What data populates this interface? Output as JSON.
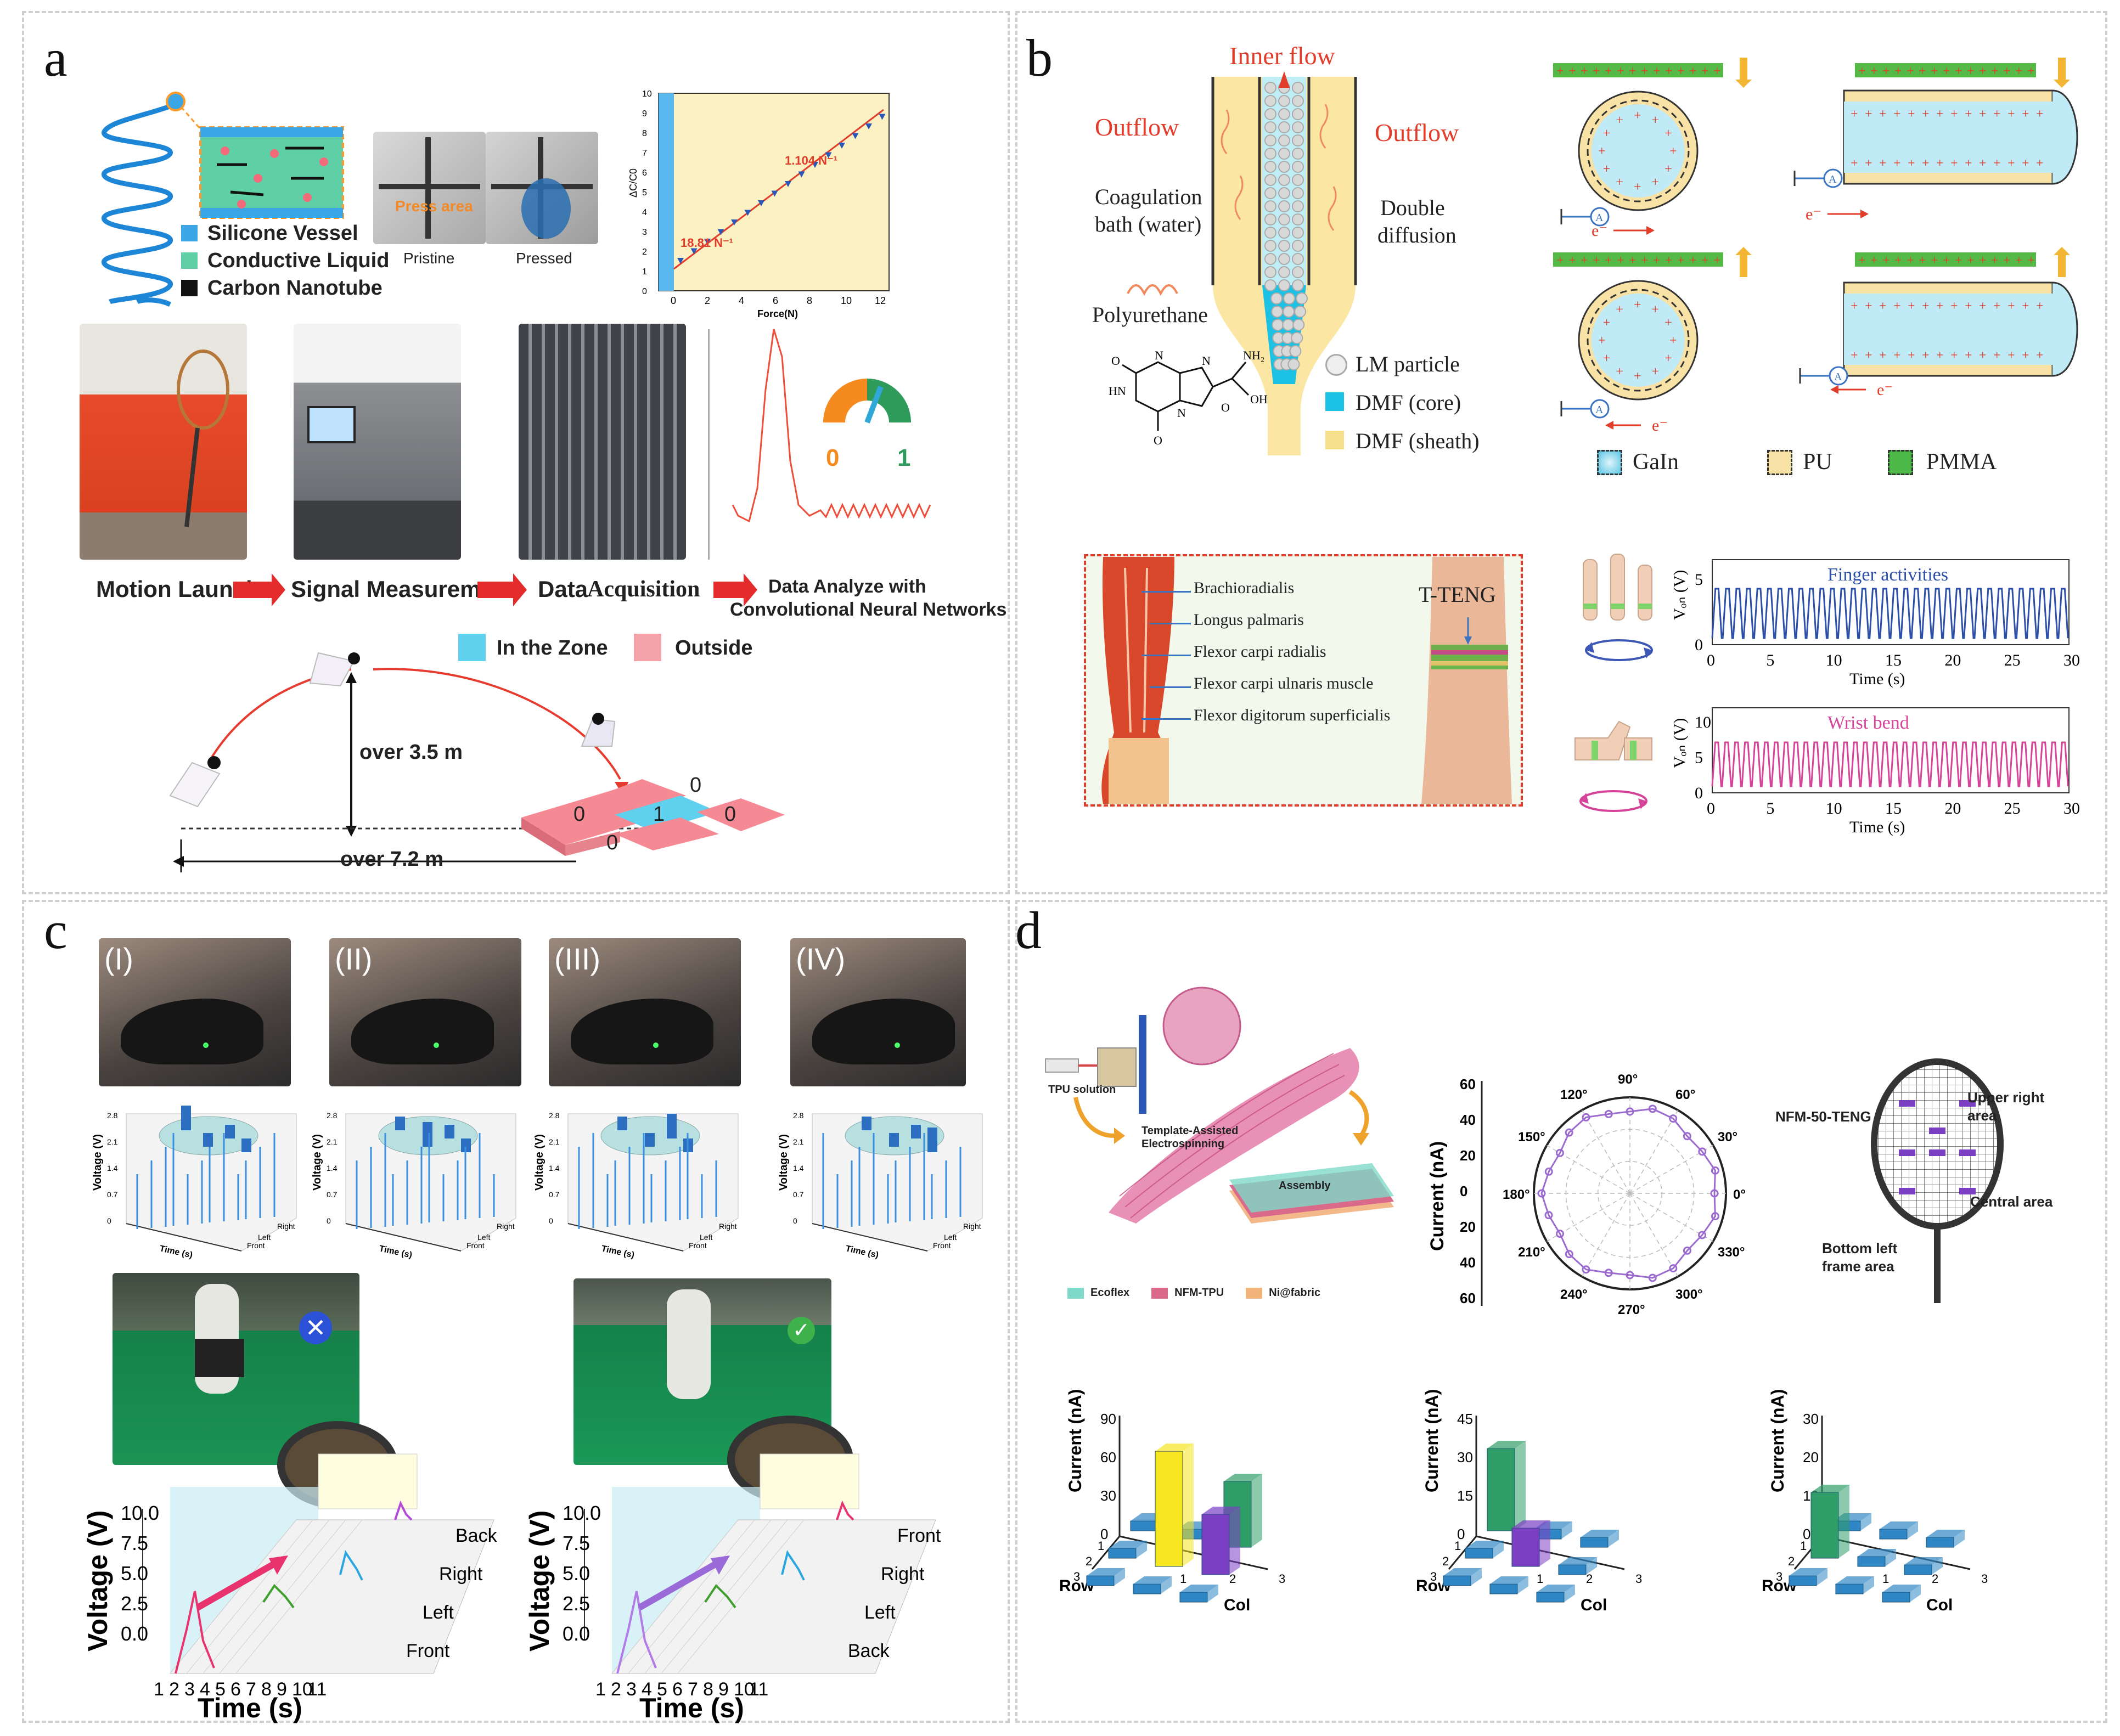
{
  "panels": {
    "a": "a",
    "b": "b",
    "c": "c",
    "d": "d"
  },
  "a": {
    "legend": [
      "Silicone Vessel",
      "Conductive Liquid",
      "Carbon Nanotube"
    ],
    "legend_colors": [
      "#3aa6e6",
      "#5fcfa6",
      "#111111"
    ],
    "photo_labels": {
      "pristine": "Pristine",
      "pressed": "Pressed",
      "overlay": "Press area"
    },
    "force_chart": {
      "xlabel": "Force(N)",
      "ylabel": "ΔC/C0",
      "xticks": [
        "0",
        "2",
        "4",
        "6",
        "8",
        "10",
        "12"
      ],
      "yticks": [
        "0",
        "1",
        "2",
        "3",
        "4",
        "5",
        "6",
        "7",
        "8",
        "9",
        "10"
      ],
      "slope_high": "1.104 N⁻¹",
      "slope_low": "18.81 N⁻¹"
    },
    "gauge": {
      "left": "0",
      "right": "1"
    },
    "flow": [
      "Motion Launch",
      "Signal Measurement",
      "Data",
      "Acquisition",
      "Data Analyze with",
      "Convolutional Neural Networks"
    ],
    "zone_legend": {
      "in": "In the Zone",
      "out": "Outside"
    },
    "zone_colors": {
      "in": "#5fd0ee",
      "out": "#f5a3a8"
    },
    "heights": {
      "h": "over 3.5 m",
      "d": "over 7.2 m"
    },
    "grid": {
      "top": "0",
      "left": "0",
      "mid": "1",
      "right": "0",
      "bottom": "0"
    }
  },
  "b": {
    "inner_flow": "Inner flow",
    "outflow_left": "Outflow",
    "outflow_right": "Outflow",
    "coag": [
      "Coagulation",
      "bath (water)"
    ],
    "double": [
      "Double",
      "diffusion"
    ],
    "pu": "Polyurethane",
    "legend": [
      "LM particle",
      "DMF (core)",
      "DMF (sheath)"
    ],
    "mol": {
      "nh2": "NH₂",
      "oh": "OH",
      "hn": "HN",
      "o1": "O",
      "o2": "O",
      "o3": "O",
      "n1": "N",
      "n2": "N",
      "n3": "N"
    },
    "elec": "e⁻",
    "ammeter": "A",
    "mat_legend": [
      "GaIn",
      "PU",
      "PMMA"
    ],
    "muscles": [
      "Brachioradialis",
      "Longus palmaris",
      "Flexor carpi radialis",
      "Flexor carpi ulnaris muscle",
      "Flexor digitorum superficialis"
    ],
    "teng": "T-TENG",
    "chart1": {
      "title": "Finger  activities",
      "ylabel": "Vₒₙ (V)",
      "yticks": [
        "0",
        "5"
      ],
      "xlabel": "Time (s)"
    },
    "chart2": {
      "title": "Wrist bend",
      "ylabel": "Vₒₙ (V)",
      "yticks": [
        "0",
        "5",
        "10"
      ],
      "xlabel": "Time (s)"
    },
    "xticks": [
      "0",
      "5",
      "10",
      "15",
      "20",
      "25",
      "30"
    ]
  },
  "c": {
    "frames": [
      "(I)",
      "(II)",
      "(III)",
      "(IV)"
    ],
    "voltage_label": "Voltage (V)",
    "vticks": [
      "0",
      "0.7",
      "1.4",
      "2.1",
      "2.8"
    ],
    "mini_axes": [
      "Time (s)",
      "Left",
      "Right",
      "Front"
    ],
    "big_ylabel": "Voltage (V)",
    "big_yticks": [
      "0.0",
      "2.5",
      "5.0",
      "7.5",
      "10.0"
    ],
    "big_xlabel": "Time (s)",
    "big_xticks": [
      "1",
      "2",
      "3",
      "4",
      "5",
      "6",
      "7",
      "8",
      "9",
      "10",
      "11"
    ],
    "depth_left": [
      "Back",
      "Right",
      "Left",
      "Front"
    ],
    "depth_right": [
      "Front",
      "Right",
      "Left",
      "Back"
    ]
  },
  "d": {
    "fab": {
      "tpu": "TPU solution",
      "tas": [
        "Template-Assisted",
        "Electrospinning"
      ],
      "assembly": "Assembly"
    },
    "fab_legend": [
      "Ecoflex",
      "NFM-TPU",
      "Ni@fabric"
    ],
    "fab_colors": [
      "#7ed9c9",
      "#d96a8a",
      "#f2b37a"
    ],
    "polar": {
      "ylabel": "Current (nA)",
      "angles": [
        "90°",
        "60°",
        "30°",
        "0°",
        "330°",
        "300°",
        "270°",
        "240°",
        "210°",
        "180°",
        "150°",
        "120°"
      ],
      "rticks": [
        "60",
        "40",
        "20",
        "0",
        "20",
        "40",
        "60"
      ]
    },
    "racket": {
      "upper": [
        "Upper right",
        "area"
      ],
      "nfm": "NFM-50-TENG",
      "central": "Central area",
      "bottom": [
        "Bottom left",
        "frame area"
      ]
    },
    "bars": [
      {
        "ylabel": "Current (nA)",
        "yticks": [
          "0",
          "30",
          "60",
          "90"
        ]
      },
      {
        "ylabel": "Current (nA)",
        "yticks": [
          "0",
          "15",
          "30",
          "45"
        ]
      },
      {
        "ylabel": "Current (nA)",
        "yticks": [
          "0",
          "10",
          "20",
          "30"
        ]
      }
    ],
    "axis_row": "Row",
    "axis_col": "Col",
    "ticks123": [
      "1",
      "2",
      "3"
    ]
  }
}
